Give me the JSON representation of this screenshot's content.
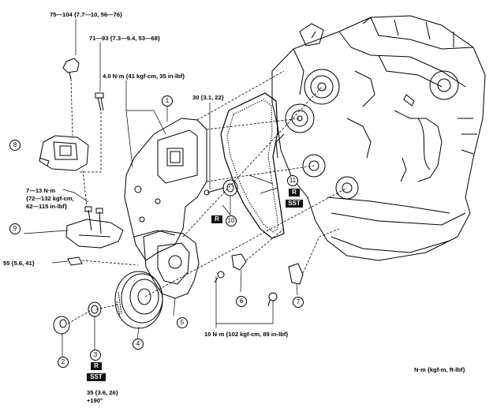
{
  "torque_labels": {
    "t_75_104": "75—104 {7.7—10, 56—76}",
    "t_71_93": "71—93 {7.3—9.4, 53—68}",
    "t_4_0": "4.0 N·m {41 kgf-cm, 35 in-lbf}",
    "t_30": "30 {3.1, 22}",
    "t_7_13_l1": "7—13 N·m",
    "t_7_13_l2": "{72—132 kgf-cm,",
    "t_7_13_l3": "62—115 in-lbf}",
    "t_55": "55 {5.6, 41}",
    "t_10": "10 N·m {102 kgf-cm, 89 in-lbf}",
    "t_35_l1": "35 {3.6, 26}",
    "t_35_l2": "+190°",
    "units_legend": "N·m {kgf-m, ft-lbf}"
  },
  "callouts": {
    "c1": "1",
    "c2": "2",
    "c3": "3",
    "c4": "4",
    "c5": "5",
    "c6": "6",
    "c7": "7",
    "c8": "8",
    "c9": "9",
    "c10": "10",
    "c11": "11"
  },
  "tags": {
    "r": "R",
    "sst": "SST"
  }
}
